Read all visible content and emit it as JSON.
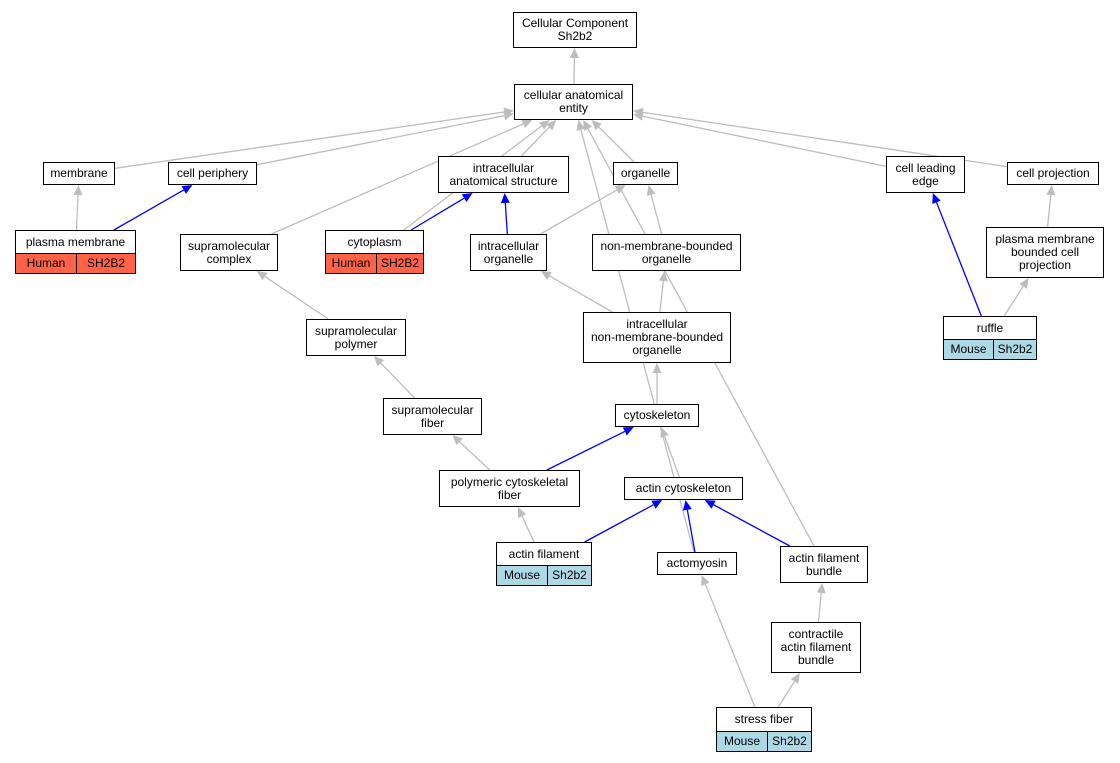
{
  "colors": {
    "is_a_edge": "#BDBDBD",
    "part_of_edge": "#0000FF",
    "human_annotation": "#FF6347",
    "mouse_annotation": "#ADD8E6"
  },
  "nodes": {
    "root": {
      "label": "Cellular Component\nSh2b2"
    },
    "cae": {
      "label": "cellular anatomical\nentity"
    },
    "membrane": {
      "label": "membrane"
    },
    "periphery": {
      "label": "cell periphery"
    },
    "ias": {
      "label": "intracellular\nanatomical structure"
    },
    "organelle": {
      "label": "organelle"
    },
    "leading": {
      "label": "cell leading\nedge"
    },
    "projection": {
      "label": "cell projection"
    },
    "pm": {
      "label": "plasma membrane",
      "species": "Human",
      "gene": "SH2B2"
    },
    "smcomplex": {
      "label": "supramolecular\ncomplex"
    },
    "cytoplasm": {
      "label": "cytoplasm",
      "species": "Human",
      "gene": "SH2B2"
    },
    "icorg": {
      "label": "intracellular\norganelle"
    },
    "nmbo": {
      "label": "non-membrane-bounded\norganelle"
    },
    "pmbcp": {
      "label": "plasma membrane\nbounded cell\nprojection"
    },
    "smpolymer": {
      "label": "supramolecular\npolymer"
    },
    "icnmbo": {
      "label": "intracellular\nnon-membrane-bounded\norganelle"
    },
    "ruffle": {
      "label": "ruffle",
      "species": "Mouse",
      "gene": "Sh2b2"
    },
    "smfiber": {
      "label": "supramolecular\nfiber"
    },
    "cytoskeleton": {
      "label": "cytoskeleton"
    },
    "pcf": {
      "label": "polymeric cytoskeletal\nfiber"
    },
    "actincs": {
      "label": "actin cytoskeleton"
    },
    "actinfil": {
      "label": "actin filament",
      "species": "Mouse",
      "gene": "Sh2b2"
    },
    "actomyosin": {
      "label": "actomyosin"
    },
    "afb": {
      "label": "actin filament\nbundle"
    },
    "cafb": {
      "label": "contractile\nactin filament\nbundle"
    },
    "stressfiber": {
      "label": "stress fiber",
      "species": "Mouse",
      "gene": "Sh2b2"
    }
  },
  "edges": [
    {
      "from": "cae",
      "to": "root",
      "type": "is_a"
    },
    {
      "from": "membrane",
      "to": "cae",
      "type": "is_a"
    },
    {
      "from": "periphery",
      "to": "cae",
      "type": "is_a"
    },
    {
      "from": "ias",
      "to": "cae",
      "type": "is_a"
    },
    {
      "from": "organelle",
      "to": "cae",
      "type": "is_a"
    },
    {
      "from": "leading",
      "to": "cae",
      "type": "is_a"
    },
    {
      "from": "projection",
      "to": "cae",
      "type": "is_a"
    },
    {
      "from": "smcomplex",
      "to": "cae",
      "type": "is_a"
    },
    {
      "from": "cytoplasm",
      "to": "cae",
      "type": "is_a"
    },
    {
      "from": "actomyosin",
      "to": "cae",
      "type": "is_a"
    },
    {
      "from": "afb",
      "to": "cae",
      "type": "is_a"
    },
    {
      "from": "pm",
      "to": "membrane",
      "type": "is_a"
    },
    {
      "from": "pm",
      "to": "periphery",
      "type": "part_of"
    },
    {
      "from": "cytoplasm",
      "to": "ias",
      "type": "part_of"
    },
    {
      "from": "icorg",
      "to": "ias",
      "type": "part_of"
    },
    {
      "from": "icorg",
      "to": "organelle",
      "type": "is_a"
    },
    {
      "from": "nmbo",
      "to": "organelle",
      "type": "is_a"
    },
    {
      "from": "pmbcp",
      "to": "projection",
      "type": "is_a"
    },
    {
      "from": "ruffle",
      "to": "leading",
      "type": "part_of"
    },
    {
      "from": "ruffle",
      "to": "pmbcp",
      "type": "is_a"
    },
    {
      "from": "smpolymer",
      "to": "smcomplex",
      "type": "is_a"
    },
    {
      "from": "icnmbo",
      "to": "icorg",
      "type": "is_a"
    },
    {
      "from": "icnmbo",
      "to": "nmbo",
      "type": "is_a"
    },
    {
      "from": "smfiber",
      "to": "smpolymer",
      "type": "is_a"
    },
    {
      "from": "cytoskeleton",
      "to": "icnmbo",
      "type": "is_a"
    },
    {
      "from": "pcf",
      "to": "smfiber",
      "type": "is_a"
    },
    {
      "from": "pcf",
      "to": "cytoskeleton",
      "type": "part_of"
    },
    {
      "from": "actincs",
      "to": "cytoskeleton",
      "type": "is_a"
    },
    {
      "from": "actinfil",
      "to": "pcf",
      "type": "is_a"
    },
    {
      "from": "actinfil",
      "to": "actincs",
      "type": "part_of"
    },
    {
      "from": "actomyosin",
      "to": "actincs",
      "type": "part_of"
    },
    {
      "from": "afb",
      "to": "actincs",
      "type": "part_of"
    },
    {
      "from": "cafb",
      "to": "afb",
      "type": "is_a"
    },
    {
      "from": "stressfiber",
      "to": "cafb",
      "type": "is_a"
    },
    {
      "from": "stressfiber",
      "to": "actomyosin",
      "type": "is_a"
    }
  ]
}
